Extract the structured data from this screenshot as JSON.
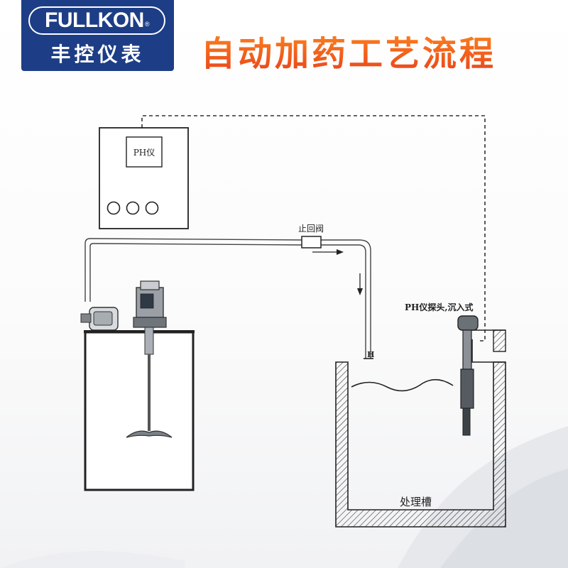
{
  "brand": {
    "name_en": "FULLKON",
    "registered_mark": "®",
    "name_cn": "丰控仪表",
    "color": "#1d3d86"
  },
  "page_title": "自动加药工艺流程",
  "title_color": "#ec5a18",
  "diagram": {
    "ph_meter_label": "PH仪",
    "check_valve_label": "止回阀",
    "ph_probe_label": "PH仪探头,沉入式",
    "dosing_point_label": "H",
    "tank_label": "处理槽"
  }
}
